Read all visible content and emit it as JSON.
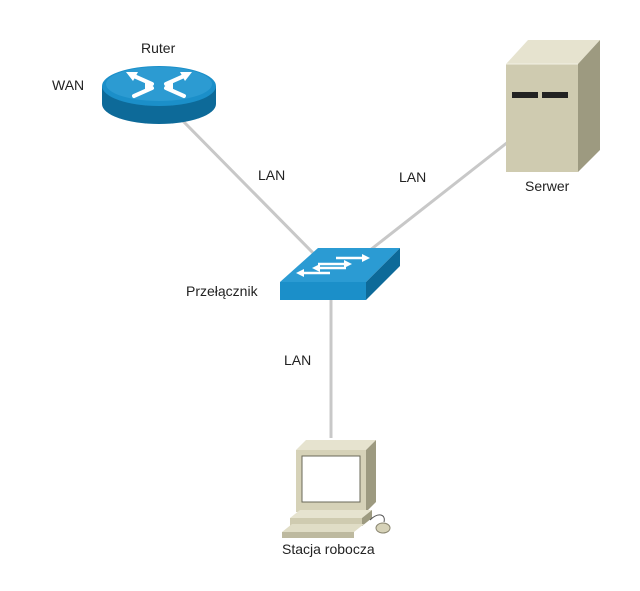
{
  "diagram": {
    "nodes": {
      "router": {
        "label": "Ruter",
        "wan_label": "WAN"
      },
      "server": {
        "label": "Serwer"
      },
      "switch": {
        "label": "Przełącznik"
      },
      "workstation": {
        "label": "Stacja robocza"
      }
    },
    "links": [
      {
        "from": "router",
        "to": "switch",
        "label": "LAN"
      },
      {
        "from": "server",
        "to": "switch",
        "label": "LAN"
      },
      {
        "from": "switch",
        "to": "workstation",
        "label": "LAN"
      }
    ],
    "colors": {
      "link": "#c8c8c8",
      "device_blue": "#1b8fc9",
      "device_blue_dark": "#0d6a99",
      "server_beige": "#cfcbb0",
      "pc_beige": "#d6d2b8"
    }
  }
}
